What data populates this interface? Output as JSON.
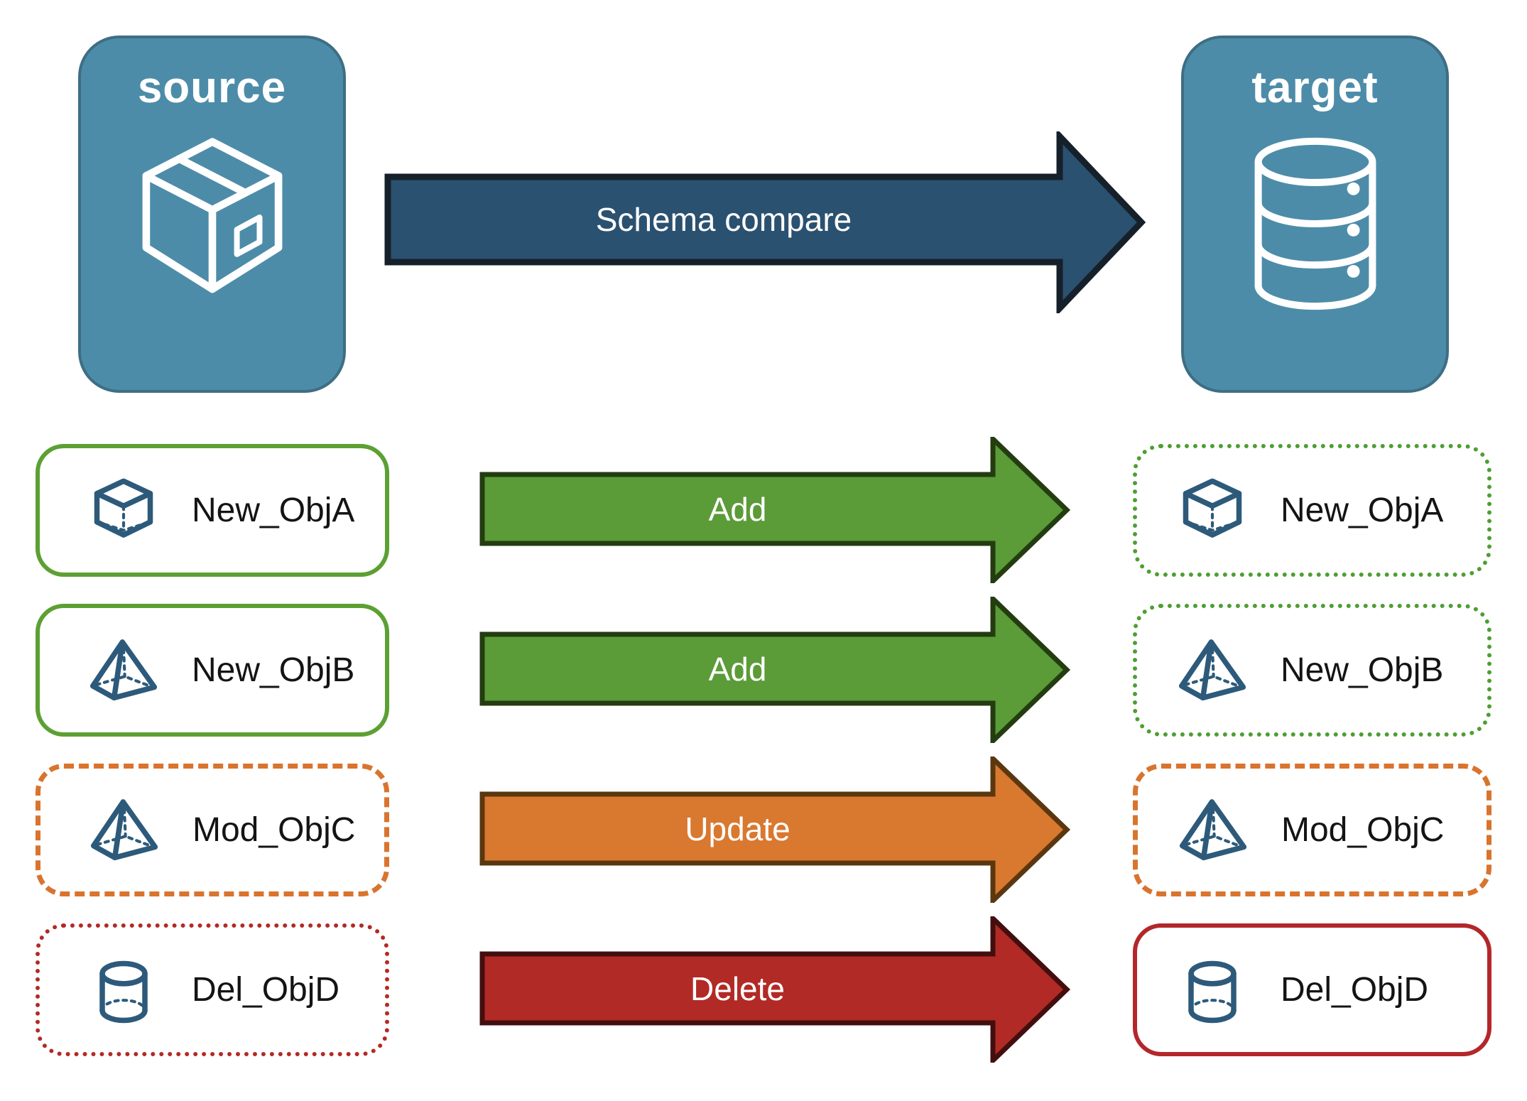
{
  "nodes": {
    "source": {
      "label": "source",
      "icon": "package-box-icon"
    },
    "target": {
      "label": "target",
      "icon": "database-icon"
    }
  },
  "compare_arrow": {
    "label": "Schema compare"
  },
  "rows": [
    {
      "object": "New_ObjA",
      "icon": "cube-icon",
      "action": "Add",
      "source_box_style": "green-solid",
      "target_box_style": "green-dotted"
    },
    {
      "object": "New_ObjB",
      "icon": "pyramid-icon",
      "action": "Add",
      "source_box_style": "green-solid",
      "target_box_style": "green-dotted"
    },
    {
      "object": "Mod_ObjC",
      "icon": "pyramid-icon",
      "action": "Update",
      "source_box_style": "orange-dashed",
      "target_box_style": "orange-dashed"
    },
    {
      "object": "Del_ObjD",
      "icon": "cylinder-icon",
      "action": "Delete",
      "source_box_style": "red-dotted",
      "target_box_style": "red-solid"
    }
  ],
  "colors": {
    "node_fill": "#4C8CA9",
    "node_border": "#3E6E83",
    "node_text": "#FFFFFF",
    "icon_blue": "#2D5A7A",
    "compare_arrow_fill": "#2B5170",
    "compare_arrow_border": "#16202B",
    "add_arrow_fill": "#5B9B38",
    "add_arrow_border": "#233C10",
    "update_arrow_fill": "#D9782F",
    "update_arrow_border": "#5A370F",
    "delete_arrow_fill": "#B12A26",
    "delete_arrow_border": "#420F0E",
    "green_solid_border": "#5CA033",
    "green_dotted_border": "#4E9E32",
    "orange_dashed_border": "#D9742E",
    "red_dotted_border": "#B22A25",
    "red_solid_border": "#B3272A",
    "item_text": "#141414"
  }
}
